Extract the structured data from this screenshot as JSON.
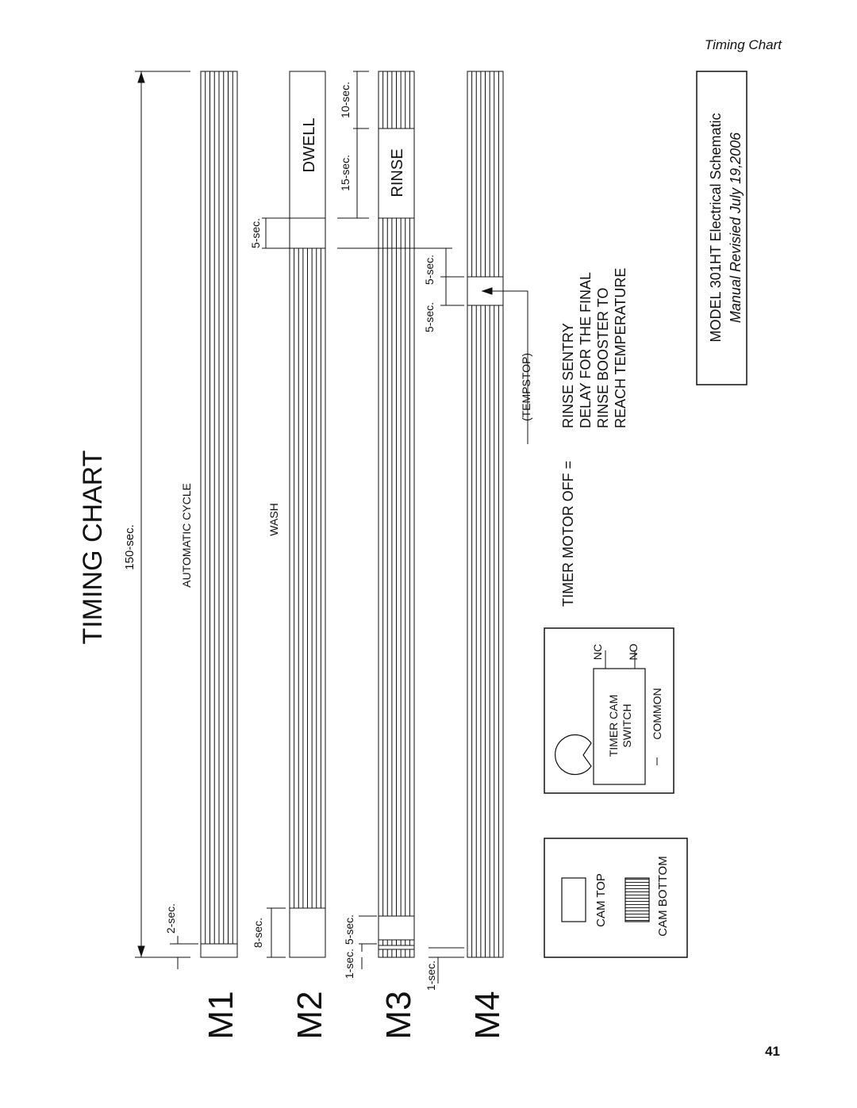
{
  "header": {
    "section": "Timing Chart"
  },
  "page_number": "41",
  "title": "TIMING CHART",
  "total_cycle": "150-sec.",
  "motors": [
    {
      "label": "M1",
      "lane_label": "AUTOMATIC CYCLE",
      "start_note": "2-sec."
    },
    {
      "label": "M2",
      "lane_label": "WASH",
      "start_note": "8-sec.",
      "dwell_label": "DWELL",
      "gap_note": "5-sec."
    },
    {
      "label": "M3",
      "start_notes": [
        "1-sec.",
        "5-sec."
      ],
      "rinse_label": "RINSE",
      "rinse_note": "15-sec.",
      "end_note": "10-sec.",
      "mid_notes": [
        "5-sec.",
        "5-sec."
      ]
    },
    {
      "label": "M4",
      "start_note": "1-sec.",
      "tempstop_label": "(TEMPSTOP)"
    }
  ],
  "timer_motor_off": {
    "label": "TIMER MOTOR OFF =",
    "description": [
      "RINSE SENTRY",
      "DELAY FOR THE FINAL",
      "RINSE BOOSTER TO",
      "REACH TEMPERATURE"
    ]
  },
  "legend": {
    "cam_top": "CAM TOP",
    "cam_bottom": "CAM BOTTOM"
  },
  "switch": {
    "name_line1": "TIMER CAM",
    "name_line2": "SWITCH",
    "nc": "NC",
    "no": "NO",
    "common": "COMMON"
  },
  "model_box": {
    "line1": "MODEL 301HT Electrical Schematic",
    "line2": "Manual Revisied July 19,2006"
  }
}
